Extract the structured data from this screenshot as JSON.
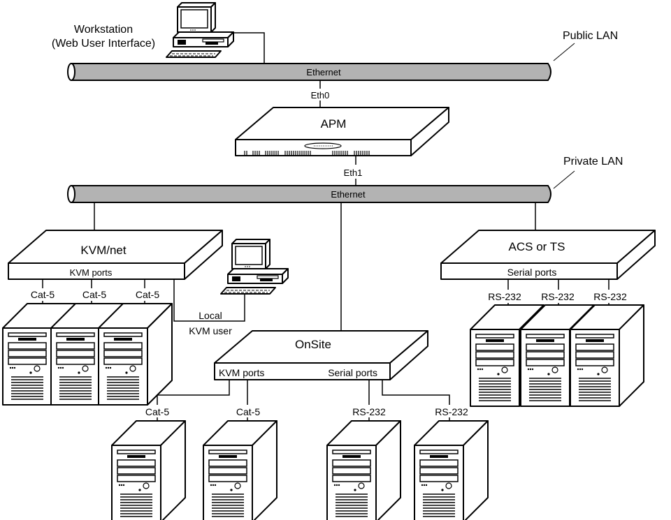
{
  "diagram": {
    "type": "network-topology",
    "colors": {
      "ethernet_pipe": "#b3b3b3",
      "line": "#000000",
      "background": "#ffffff"
    },
    "workstation": {
      "label_line1": "Workstation",
      "label_line2": "(Web User Interface)"
    },
    "public_lan": {
      "label": "Public LAN",
      "bus_label": "Ethernet"
    },
    "apm": {
      "label": "APM",
      "eth0": "Eth0",
      "eth1": "Eth1"
    },
    "private_lan": {
      "label": "Private LAN",
      "bus_label": "Ethernet"
    },
    "kvmnet": {
      "label": "KVM/net",
      "ports_label": "KVM ports",
      "links": [
        "Cat-5",
        "Cat-5",
        "Cat-5"
      ],
      "local_user_line1": "Local",
      "local_user_line2": "KVM user"
    },
    "acs": {
      "label": "ACS or TS",
      "ports_label": "Serial ports",
      "links": [
        "RS-232",
        "RS-232",
        "RS-232"
      ]
    },
    "onsite": {
      "label": "OnSite",
      "kvm_ports_label": "KVM ports",
      "serial_ports_label": "Serial ports",
      "links": [
        "Cat-5",
        "Cat-5",
        "RS-232",
        "RS-232"
      ]
    },
    "servers_count": 10
  }
}
